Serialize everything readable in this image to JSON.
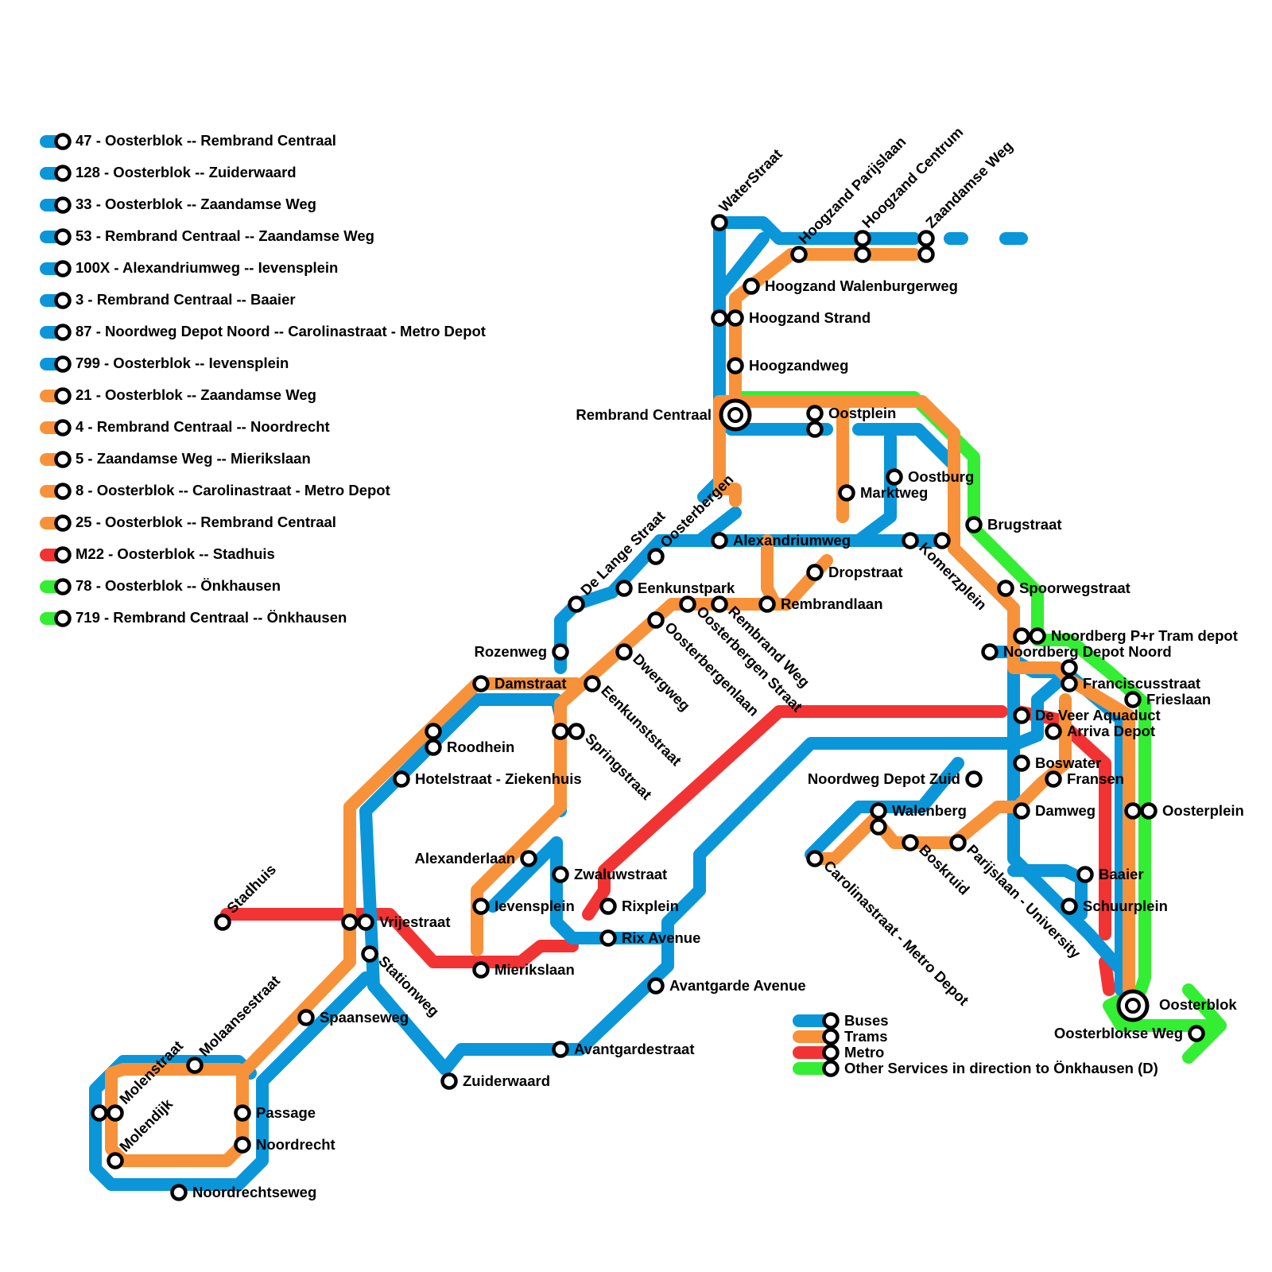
{
  "colors": {
    "bus": "#0a96d8",
    "tram": "#f7923a",
    "metro": "#f23333",
    "other": "#33ee33",
    "station_outline": "#000000",
    "station_fill": "#ffffff"
  },
  "route_legend": [
    {
      "mode": "bus",
      "label": "47 - Oosterblok -- Rembrand Centraal"
    },
    {
      "mode": "bus",
      "label": "128 - Oosterblok -- Zuiderwaard"
    },
    {
      "mode": "bus",
      "label": "33 - Oosterblok -- Zaandamse Weg"
    },
    {
      "mode": "bus",
      "label": "53 - Rembrand Centraal -- Zaandamse Weg"
    },
    {
      "mode": "bus",
      "label": "100X - Alexandriumweg -- Ievensplein"
    },
    {
      "mode": "bus",
      "label": "3 - Rembrand Centraal -- Baaier"
    },
    {
      "mode": "bus",
      "label": "87 - Noordweg Depot Noord -- Carolinastraat - Metro Depot"
    },
    {
      "mode": "bus",
      "label": "799 - Oosterblok -- Ievensplein"
    },
    {
      "mode": "tram",
      "label": "21 - Oosterblok --  Zaandamse Weg"
    },
    {
      "mode": "tram",
      "label": "4 - Rembrand Centraal -- Noordrecht"
    },
    {
      "mode": "tram",
      "label": "5 - Zaandamse Weg -- Mierikslaan"
    },
    {
      "mode": "tram",
      "label": "8 - Oosterblok -- Carolinastraat - Metro Depot"
    },
    {
      "mode": "tram",
      "label": "25 - Oosterblok -- Rembrand Centraal"
    },
    {
      "mode": "metro",
      "label": "M22 - Oosterblok -- Stadhuis"
    },
    {
      "mode": "other",
      "label": "78 - Oosterblok -- Önkhausen"
    },
    {
      "mode": "other",
      "label": "719 - Rembrand Centraal -- Önkhausen"
    }
  ],
  "mode_legend": [
    {
      "mode": "bus",
      "label": "Buses"
    },
    {
      "mode": "tram",
      "label": "Trams"
    },
    {
      "mode": "metro",
      "label": "Metro"
    },
    {
      "mode": "other",
      "label": "Other Services in direction to Önkhausen (D)"
    }
  ],
  "stations": {
    "waterstraat": "WaterStraat",
    "hoogzand_parijslaan": "Hoogzand Parijslaan",
    "hoogzand_centrum": "Hoogzand Centrum",
    "zaandamse_weg": "Zaandamse Weg",
    "hoogzand_walenburgerweg": "Hoogzand Walenburgerweg",
    "hoogzand_strand": "Hoogzand Strand",
    "hoogzandweg": "Hoogzandweg",
    "rembrand_centraal": "Rembrand Centraal",
    "oostplein": "Oostplein",
    "oostburg": "Oostburg",
    "marktweg": "Marktweg",
    "oosterbergen": "Oosterbergen",
    "alexandriumweg": "Alexandriumweg",
    "komerzplein": "Komerzplein",
    "brugstraat": "Brugstraat",
    "de_lange_straat": "De Lange Straat",
    "eenkunstpark": "Eenkunstpark",
    "dropstraat": "Dropstraat",
    "rembrandlaan": "Rembrandlaan",
    "rembrand_weg": "Rembrand Weg",
    "oosterbergen_straat": "Oosterbergen Straat",
    "oosterbergenlaan": "Oosterbergenlaan",
    "dwergweg": "Dwergweg",
    "spoorwegstraat": "Spoorwegstraat",
    "noordberg_pr": "Noordberg P+r Tram depot",
    "noordberg_depot_noord": "Noordberg Depot Noord",
    "franciscusstraat": "Franciscusstraat",
    "frieslaan": "Frieslaan",
    "de_veer_aquaduct": "De Veer Aquaduct",
    "arriva_depot": "Arriva Depot",
    "rozenweg": "Rozenweg",
    "damstraat": "Damstraat",
    "eenkunststraat": "Eenkunststraat",
    "roodhein": "Roodhein",
    "hotelstraat": "Hotelstraat - Ziekenhuis",
    "springstraat": "Springstraat",
    "boswater": "Boswater",
    "fransen": "Fransen",
    "noordweg_depot_zuid": "Noordweg Depot Zuid",
    "walenberg": "Walenberg",
    "damweg": "Damweg",
    "oosterplein": "Oosterplein",
    "alexanderlaan": "Alexanderlaan",
    "zwaluwstraat": "Zwaluwstraat",
    "carolinastraat": "Carolinastraat - Metro Depot",
    "boskruid": "Boskruid",
    "parijslaan": "Parijslaan - University",
    "baaier": "Baaier",
    "ievensplein": "Ievensplein",
    "rixplein": "Rixplein",
    "stadhuis": "Stadhuis",
    "vrijestraat": "Vrijestraat",
    "schuurplein": "Schuurplein",
    "rix_avenue": "Rix Avenue",
    "mierikslaan": "Mierikslaan",
    "stationweg": "Stationweg",
    "avantgarde_avenue": "Avantgarde Avenue",
    "oosterblok": "Oosterblok",
    "molaansestraat": "Molaansestraat",
    "spaanseweg": "Spaanseweg",
    "oosterblokse_weg": "Oosterblokse Weg",
    "avantgardestraat": "Avantgardestraat",
    "molenstraat": "Molenstraat",
    "zuiderwaard": "Zuiderwaard",
    "passage": "Passage",
    "molendijk": "Molendijk",
    "noordrecht": "Noordrecht",
    "noordrechtseweg": "Noordrechtseweg"
  }
}
